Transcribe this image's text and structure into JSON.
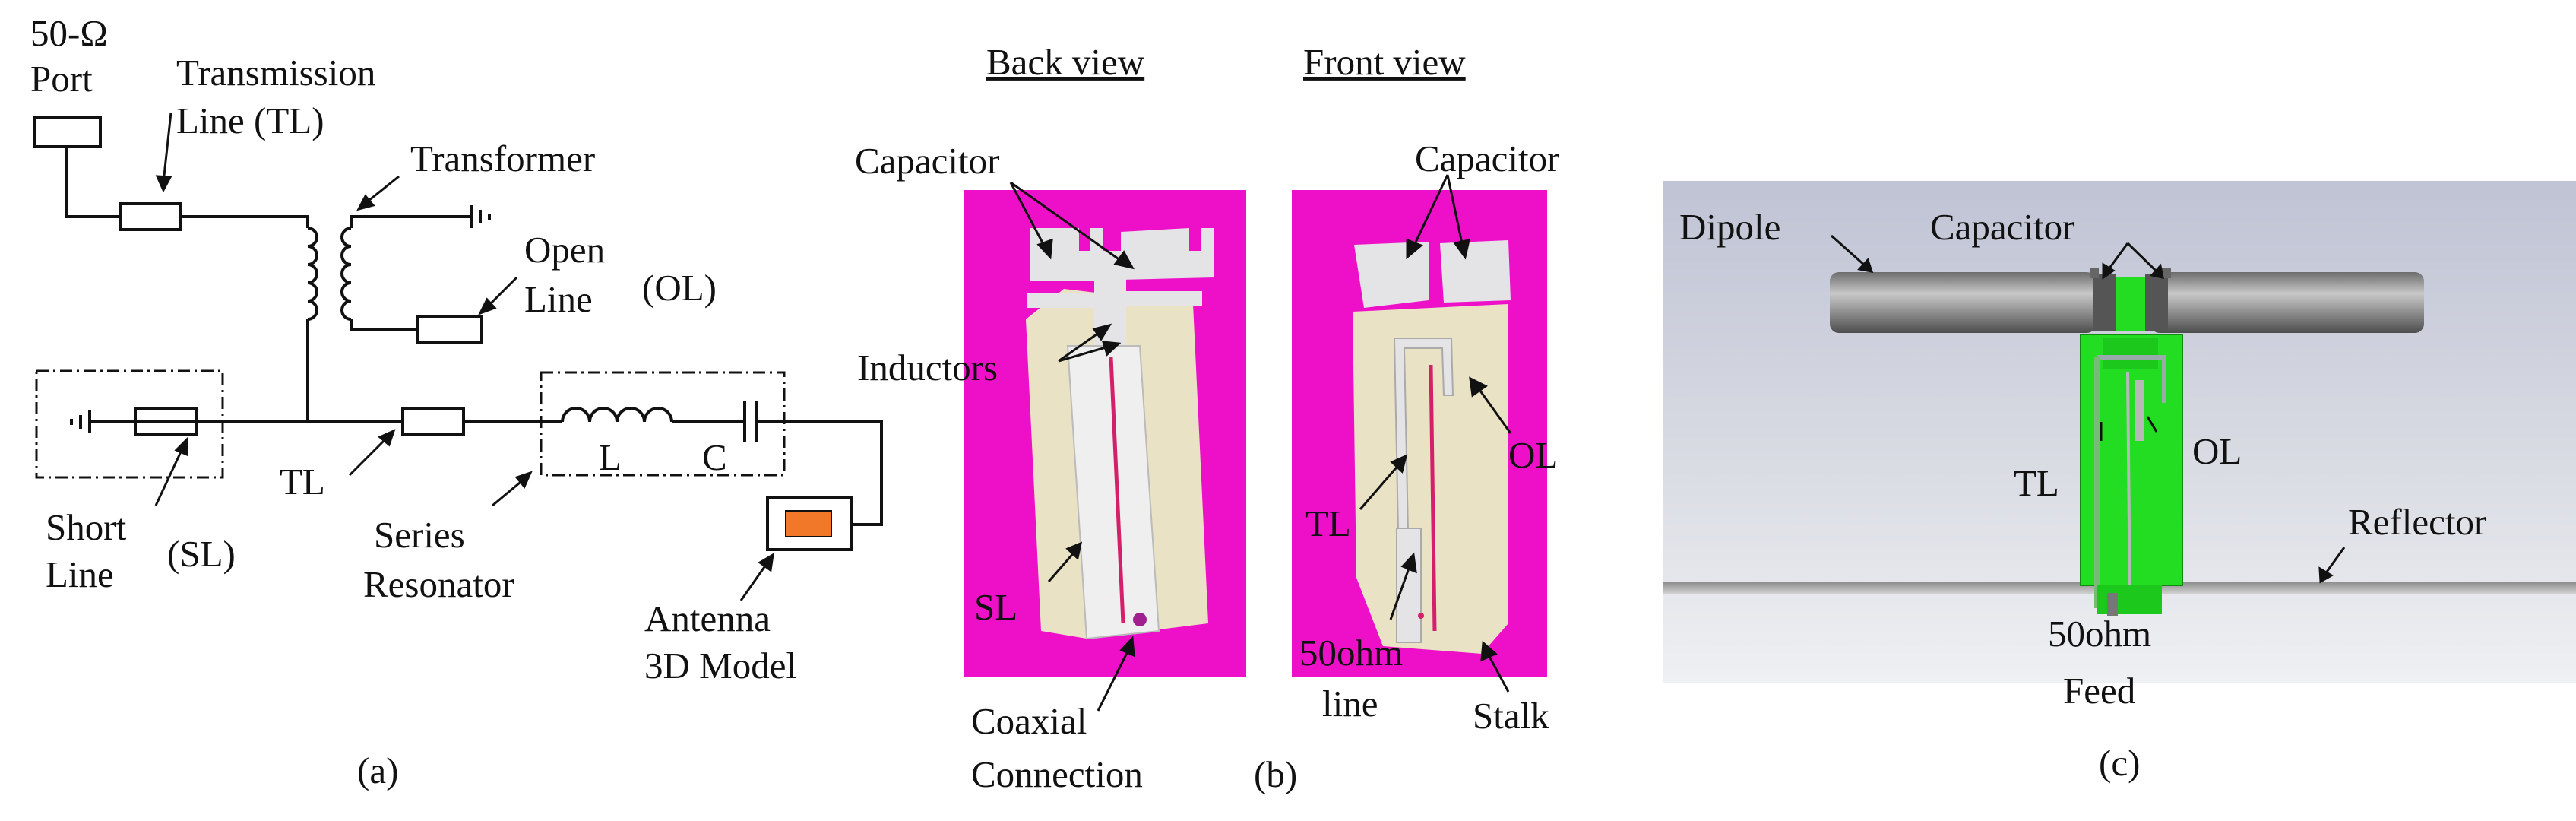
{
  "panel_a": {
    "port_line1": "50-Ω",
    "port_line2": "Port",
    "tl_line1": "Transmission",
    "tl_line2": "Line (TL)",
    "transformer": "Transformer",
    "open_line1": "Open",
    "open_line2": "Line",
    "open_abbr": "(OL)",
    "tl_short": "TL",
    "inductor_L": "L",
    "capacitor_C": "C",
    "short_line1": "Short",
    "short_line2": "Line",
    "short_abbr": "(SL)",
    "series_line1": "Series",
    "series_line2": "Resonator",
    "antenna_line1": "Antenna",
    "antenna_line2": "3D Model",
    "caption": "(a)"
  },
  "panel_b": {
    "back_view": "Back view",
    "front_view": "Front view",
    "capacitor_back": "Capacitor",
    "capacitor_front": "Capacitor",
    "inductors": "Inductors",
    "sl": "SL",
    "tl": "TL",
    "ol": "OL",
    "line50_1": "50ohm",
    "line50_2": "line",
    "stalk": "Stalk",
    "coax_1": "Coaxial",
    "coax_2": "Connection",
    "caption": "(b)"
  },
  "panel_c": {
    "dipole": "Dipole",
    "capacitor": "Capacitor",
    "tl": "TL",
    "ol": "OL",
    "reflector": "Reflector",
    "feed_1": "50ohm",
    "feed_2": "Feed",
    "caption": "(c)"
  },
  "colors": {
    "magenta_bg": "#ee10c8",
    "pcb": "#e9e2c4",
    "metal": "#e4e4e6",
    "green": "#22dd22",
    "antenna_orange": "#f07828"
  }
}
